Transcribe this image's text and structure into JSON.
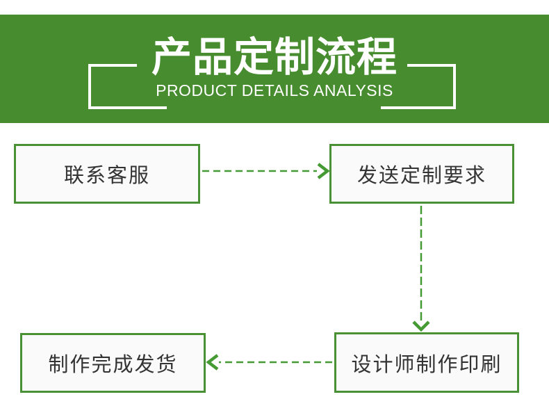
{
  "banner": {
    "title": "产品定制流程",
    "subtitle": "PRODUCT DETAILS ANALYSIS",
    "background_color": "#478c2f",
    "text_color": "#ffffff"
  },
  "flow": {
    "steps": [
      {
        "label": "联系客服"
      },
      {
        "label": "发送定制要求"
      },
      {
        "label": "设计师制作印刷"
      },
      {
        "label": "制作完成发货"
      }
    ],
    "box_background_color": "#fafafa",
    "box_border_color": "#4a9135",
    "arrow_color": "#459a33",
    "text_color": "#333333"
  }
}
